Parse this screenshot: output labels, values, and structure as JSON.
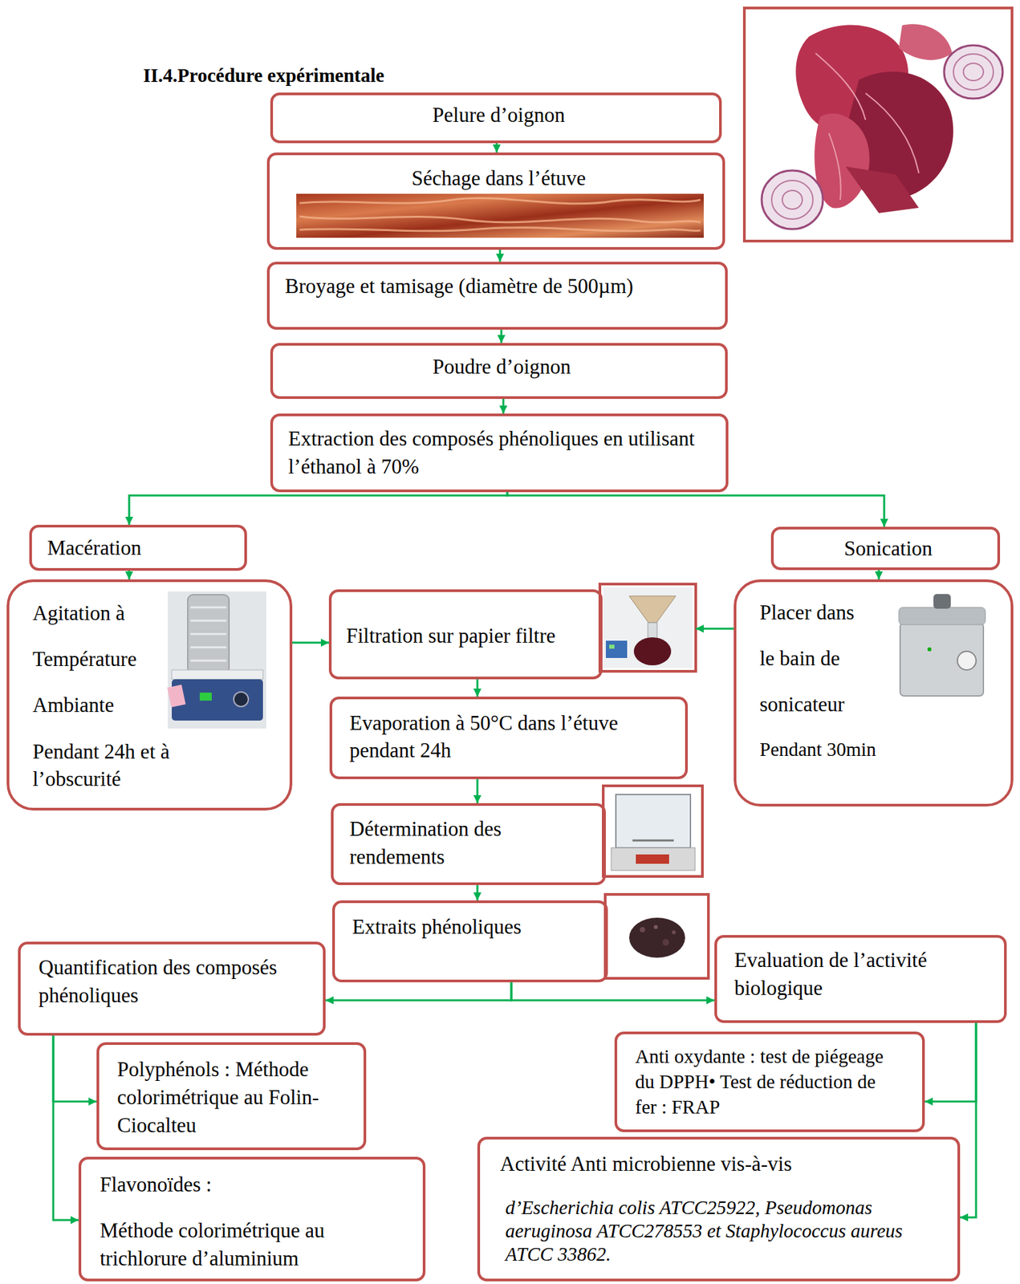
{
  "diagram": {
    "title": "II.4.Procédure expérimentale",
    "nodes": [
      {
        "text": [
          "Pelure d’oignon"
        ]
      },
      {
        "text": [
          "Séchage dans l’étuve"
        ]
      },
      {
        "text": [
          "Broyage et tamisage (diamètre de 500µm)"
        ]
      },
      {
        "text": [
          "Poudre d’oignon"
        ]
      },
      {
        "text": [
          "Extraction des composés phénoliques en utilisant l’éthanol à 70%"
        ]
      },
      {
        "text": [
          "Macération"
        ]
      },
      {
        "text": [
          "Sonication"
        ]
      },
      {
        "text": [
          "Agitation à Température Ambiante",
          "Pendant 24h et à l’obscurité"
        ]
      },
      {
        "text": [
          "Placer dans le bain de sonicateur",
          "Pendant 30min"
        ]
      },
      {
        "text": [
          "Filtration sur papier filtre"
        ]
      },
      {
        "text": [
          "Evaporation à 50°C dans l’étuve pendant 24h"
        ]
      },
      {
        "text": [
          "Détermination des rendements"
        ]
      },
      {
        "text": [
          "Extraits phénoliques"
        ]
      },
      {
        "text": [
          "Quantification des composés phénoliques"
        ]
      },
      {
        "text": [
          "Evaluation de l’activité biologique"
        ]
      },
      {
        "text": [
          "Polyphénols : Méthode colorimétrique au Folin-Ciocalteu"
        ]
      },
      {
        "text": [
          "Flavonoïdes :",
          "Méthode colorimétrique au trichlorure d’aluminium"
        ]
      },
      {
        "text": [
          "Anti oxydante : test de piégeage du DPPH• Test de réduction de fer : FRAP"
        ]
      },
      {
        "text": [
          "Activité Anti microbienne vis-à-vis",
          "d’Escherichia colis ATCC25922, Pseudomonas aeruginosa ATCC278553 et Staphylococcus aureus ATCC 33862."
        ]
      }
    ],
    "edges": [
      {
        "from": 0,
        "to": 1,
        "arrow": "to"
      },
      {
        "from": 1,
        "to": 2,
        "arrow": "to"
      },
      {
        "from": 2,
        "to": 3,
        "arrow": "to"
      },
      {
        "from": 3,
        "to": 4,
        "arrow": "to"
      },
      {
        "from": 4,
        "to": 5,
        "arrow": "to"
      },
      {
        "from": 4,
        "to": 6,
        "arrow": "to"
      },
      {
        "from": 5,
        "to": 7,
        "arrow": "to"
      },
      {
        "from": 6,
        "to": 8,
        "arrow": "to"
      },
      {
        "from": 7,
        "to": 9,
        "arrow": "to"
      },
      {
        "from": 8,
        "to": 9,
        "arrow": "to"
      },
      {
        "from": 9,
        "to": 10,
        "arrow": "to"
      },
      {
        "from": 10,
        "to": 11,
        "arrow": "to"
      },
      {
        "from": 11,
        "to": 12,
        "arrow": "to"
      },
      {
        "from": 12,
        "to": 13,
        "arrow": "to"
      },
      {
        "from": 12,
        "to": 14,
        "arrow": "to"
      },
      {
        "from": 13,
        "to": 15,
        "arrow": "to"
      },
      {
        "from": 13,
        "to": 16,
        "arrow": "to"
      },
      {
        "from": 14,
        "to": 17,
        "arrow": "to"
      },
      {
        "from": 14,
        "to": 18,
        "arrow": "to"
      }
    ]
  }
}
